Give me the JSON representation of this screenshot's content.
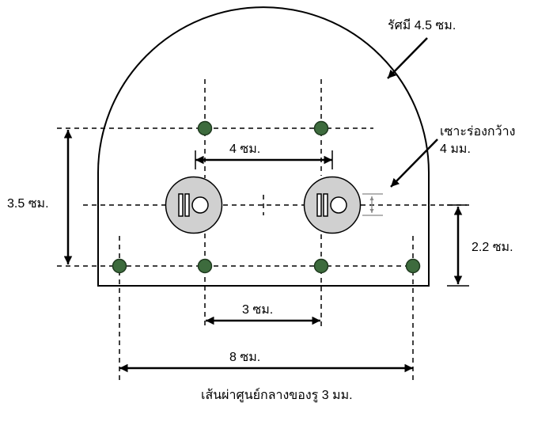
{
  "labels": {
    "radius": "รัศมี 4.5 ซม.",
    "slot_line1": "เซาะร่องกว้าง",
    "slot_line2": "4 มม.",
    "inner_hole_spacing": "4 ซม.",
    "height_total": "3.5 ซม.",
    "height_lower": "2.2 ซม.",
    "bottom_inner_spacing": "3 ซม.",
    "bottom_outer_spacing": "8 ซม.",
    "caption": "เส้นผ่าศูนย์กลางของรู 3 มม."
  },
  "colors": {
    "outline": "#000000",
    "hole_fill": "#3d6b3d",
    "slot_circle_fill": "#d0d0d0",
    "slot_arrow": "#888888"
  }
}
